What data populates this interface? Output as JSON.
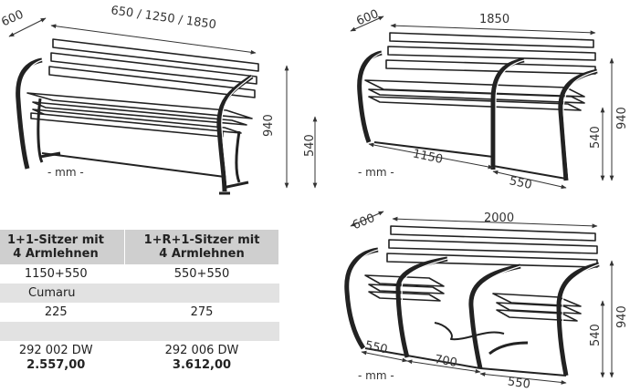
{
  "dimensions": {
    "bench1": {
      "depth": "600",
      "width": "650 / 1250 / 1850",
      "height_total": "940",
      "height_seat": "540",
      "unit": "- mm -"
    },
    "bench2": {
      "depth": "600",
      "width": "1850",
      "height_total": "940",
      "height_seat": "540",
      "seg_a": "1150",
      "seg_b": "550",
      "unit": "- mm -"
    },
    "bench3": {
      "depth": "600",
      "width": "2000",
      "height_total": "940",
      "height_seat": "540",
      "seg_a": "550",
      "seg_b": "700",
      "seg_c": "550",
      "unit": "- mm -"
    }
  },
  "table": {
    "headers": [
      "1+1-Sitzer mit\n4 Armlehnen",
      "1+R+1-Sitzer mit\n4 Armlehnen"
    ],
    "header_lines": [
      [
        "1+1-Sitzer mit",
        "4 Armlehnen"
      ],
      [
        "1+R+1-Sitzer mit",
        "4 Armlehnen"
      ]
    ],
    "row_sizes": [
      "1150+550",
      "550+550"
    ],
    "row_material": "Cumaru",
    "row_weight": [
      "225",
      "275"
    ],
    "row_article": [
      "292 002 DW",
      "292 006 DW"
    ],
    "row_price": [
      "2.557,00",
      "3.612,00"
    ]
  }
}
